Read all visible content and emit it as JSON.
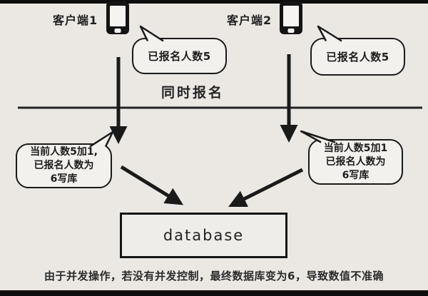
{
  "page": {
    "background_color": "#ebe8e4",
    "border_bar_color": "#0d0d0d",
    "ink_color": "#1a1a1a"
  },
  "clients": [
    {
      "label": "客户端1",
      "bubble_text": "已报名人数5"
    },
    {
      "label": "客户端2",
      "bubble_text": "已报名人数5"
    }
  ],
  "divider": {
    "label": "同时报名"
  },
  "result_bubbles": [
    {
      "text": "当前人数5加1,\n已报名人数为\n6写库"
    },
    {
      "text": "当前人数5加1\n已报名人数为\n6写库"
    }
  ],
  "database": {
    "label": "database"
  },
  "footer": {
    "text": "由于并发操作，若没有并发控制，最终数据库变为6，导致数值不准确"
  },
  "icons": {
    "client1": "smartphone-icon",
    "client2": "smartphone-icon"
  }
}
